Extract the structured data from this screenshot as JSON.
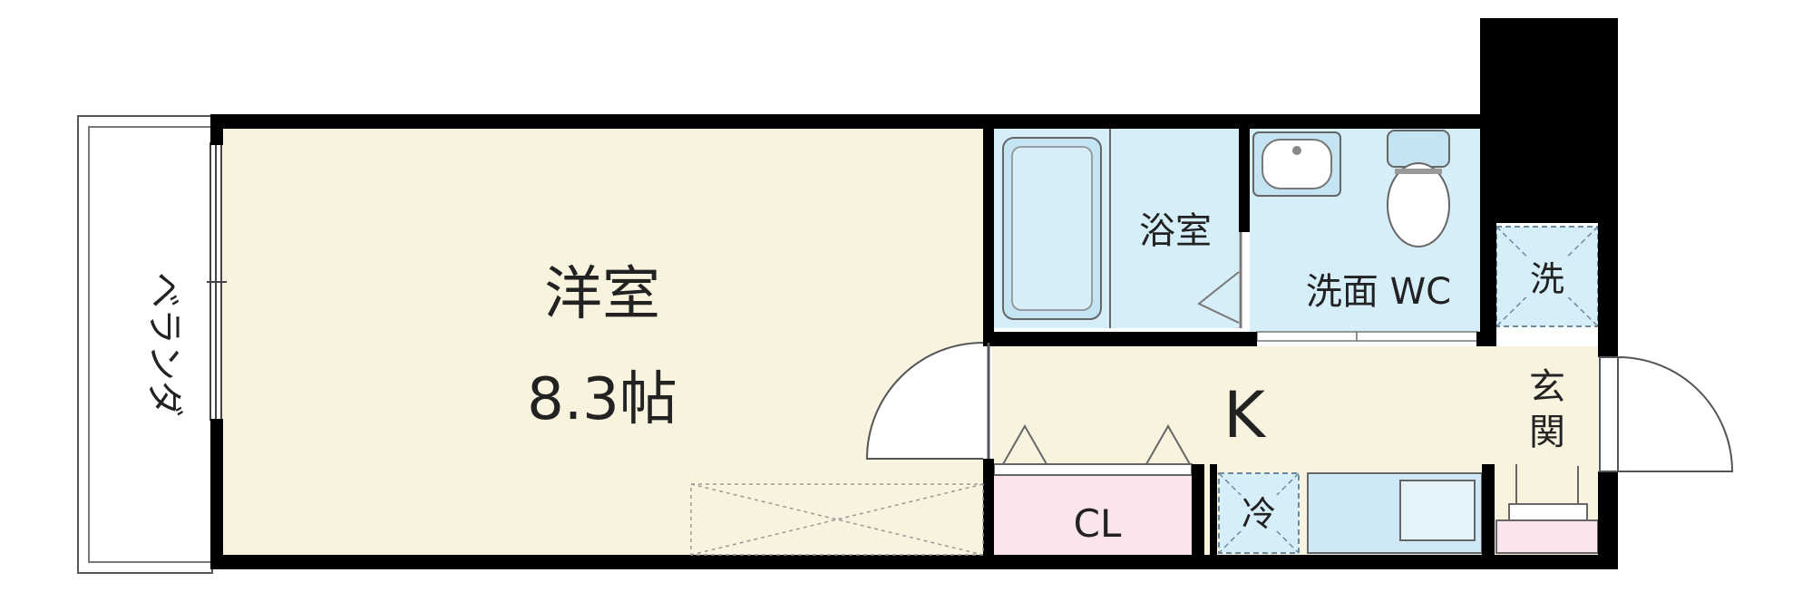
{
  "floorplan": {
    "balcony": {
      "label": "ベランダ"
    },
    "western_room": {
      "name": "洋室",
      "size": "8.3帖"
    },
    "bathroom": {
      "label": "浴室"
    },
    "washroom_wc": {
      "label": "洗面 WC"
    },
    "laundry": {
      "label": "洗"
    },
    "kitchen": {
      "label": "K"
    },
    "closet": {
      "label": "CL"
    },
    "fridge": {
      "label": "冷"
    },
    "entrance": {
      "label": "玄関"
    }
  },
  "colors": {
    "wall": "#000000",
    "western_room_fill": "#f8f3de",
    "wet_area_fill": "#d6eef8",
    "closet_fill": "#fbe4ee",
    "kitchen_fill": "#f8f3de",
    "fixture_fill": "#cfe8f5"
  }
}
